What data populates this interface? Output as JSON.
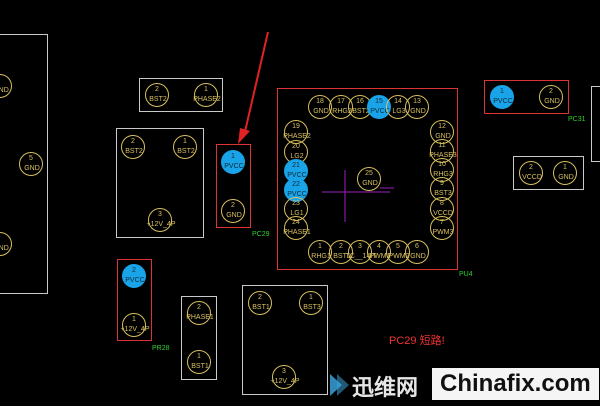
{
  "colors": {
    "background": "#000000",
    "pad_outline": "#d8c060",
    "highlight_pad": "#19a3e8",
    "outline_box": "#c9c9c9",
    "highlight_box": "#dd3333",
    "refdes": "#2ed12e",
    "arrow": "#e22222",
    "crosshair": "#a020c0",
    "watermark_box": "#ffffff"
  },
  "components": [
    {
      "ref": "",
      "pads": [
        {
          "num": "",
          "net": "GND"
        },
        {
          "num": "5",
          "net": "GND"
        },
        {
          "num": "",
          "net": "GND"
        }
      ]
    },
    {
      "ref": "",
      "pads": [
        {
          "num": "2",
          "net": "BST2"
        },
        {
          "num": "1",
          "net": "PHASE2"
        }
      ]
    },
    {
      "ref": "",
      "pads": [
        {
          "num": "2",
          "net": "BST2"
        },
        {
          "num": "1",
          "net": "BST2"
        },
        {
          "num": "3",
          "net": "+12V_4P"
        }
      ]
    },
    {
      "ref": "PC29",
      "pads": [
        {
          "num": "1",
          "net": "PVCC"
        },
        {
          "num": "2",
          "net": "GND"
        }
      ]
    },
    {
      "ref": "PR28",
      "pads": [
        {
          "num": "2",
          "net": "PVCC"
        },
        {
          "num": "1",
          "net": "+12V_4P"
        }
      ]
    },
    {
      "ref": "",
      "pads": [
        {
          "num": "2",
          "net": "PHASE1"
        },
        {
          "num": "1",
          "net": "BST1"
        }
      ]
    },
    {
      "ref": "",
      "pads": [
        {
          "num": "2",
          "net": "BST1"
        },
        {
          "num": "1",
          "net": "BST3"
        },
        {
          "num": "3",
          "net": "+12V_4P"
        }
      ]
    },
    {
      "ref": "PU4",
      "pads": [
        {
          "num": "18",
          "net": "GND"
        },
        {
          "num": "17",
          "net": "RHG2"
        },
        {
          "num": "16",
          "net": "BST2"
        },
        {
          "num": "15",
          "net": "PVCC"
        },
        {
          "num": "14",
          "net": "LG3"
        },
        {
          "num": "13",
          "net": "GND"
        },
        {
          "num": "19",
          "net": "PHASE2"
        },
        {
          "num": "20",
          "net": "LG2"
        },
        {
          "num": "21",
          "net": "PVCC"
        },
        {
          "num": "22",
          "net": "PVCC"
        },
        {
          "num": "23",
          "net": "LG1"
        },
        {
          "num": "24",
          "net": "PHASE1"
        },
        {
          "num": "25",
          "net": "GND"
        },
        {
          "num": "12",
          "net": "GND"
        },
        {
          "num": "11",
          "net": "PHASE3"
        },
        {
          "num": "10",
          "net": "RHG3"
        },
        {
          "num": "9",
          "net": "BST3"
        },
        {
          "num": "8",
          "net": "VCCD"
        },
        {
          "num": "7",
          "net": "PWM3"
        },
        {
          "num": "1",
          "net": "RHG1"
        },
        {
          "num": "2",
          "net": "BST1"
        },
        {
          "num": "3",
          "net": "TC__14IT"
        },
        {
          "num": "4",
          "net": "PWM1"
        },
        {
          "num": "5",
          "net": "PWM2"
        },
        {
          "num": "6",
          "net": "GND"
        }
      ]
    },
    {
      "ref": "PC31",
      "pads": [
        {
          "num": "1",
          "net": "PVCC"
        },
        {
          "num": "2",
          "net": "GND"
        }
      ]
    },
    {
      "ref": "",
      "pads": [
        {
          "num": "2",
          "net": "VCCD"
        },
        {
          "num": "1",
          "net": "GND"
        }
      ]
    }
  ],
  "annotation": {
    "text": "PC29  短路!"
  },
  "watermark": {
    "cn": "迅维网",
    "en": "Chinafix.com"
  }
}
